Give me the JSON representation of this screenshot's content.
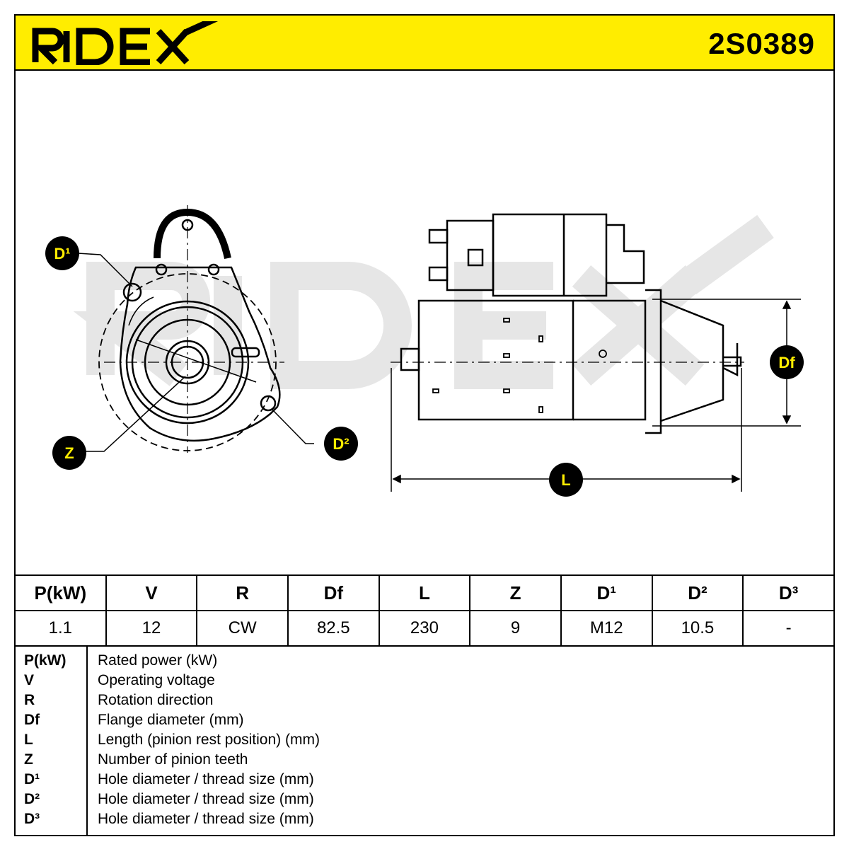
{
  "header": {
    "brand": "RIDEX",
    "part_number": "2S0389",
    "colors": {
      "accent": "#ffed00",
      "ink": "#000000",
      "watermark": "#e6e6e6"
    }
  },
  "drawing": {
    "watermark": "RIDEX",
    "labels": {
      "d1": "D¹",
      "d2": "D²",
      "z": "Z",
      "df": "Df",
      "l": "L"
    }
  },
  "specs": {
    "headers": [
      "P(kW)",
      "V",
      "R",
      "Df",
      "L",
      "Z",
      "D¹",
      "D²",
      "D³"
    ],
    "values": [
      "1.1",
      "12",
      "CW",
      "82.5",
      "230",
      "9",
      "M12",
      "10.5",
      "-"
    ]
  },
  "legend": [
    {
      "sym": "P(kW)",
      "desc": "Rated power (kW)"
    },
    {
      "sym": "V",
      "desc": "Operating voltage"
    },
    {
      "sym": "R",
      "desc": "Rotation direction"
    },
    {
      "sym": "Df",
      "desc": "Flange diameter (mm)"
    },
    {
      "sym": "L",
      "desc": "Length (pinion rest position) (mm)"
    },
    {
      "sym": "Z",
      "desc": "Number of pinion teeth"
    },
    {
      "sym": "D¹",
      "desc": "Hole diameter / thread size (mm)"
    },
    {
      "sym": "D²",
      "desc": "Hole diameter / thread size (mm)"
    },
    {
      "sym": "D³",
      "desc": "Hole diameter / thread size (mm)"
    }
  ]
}
